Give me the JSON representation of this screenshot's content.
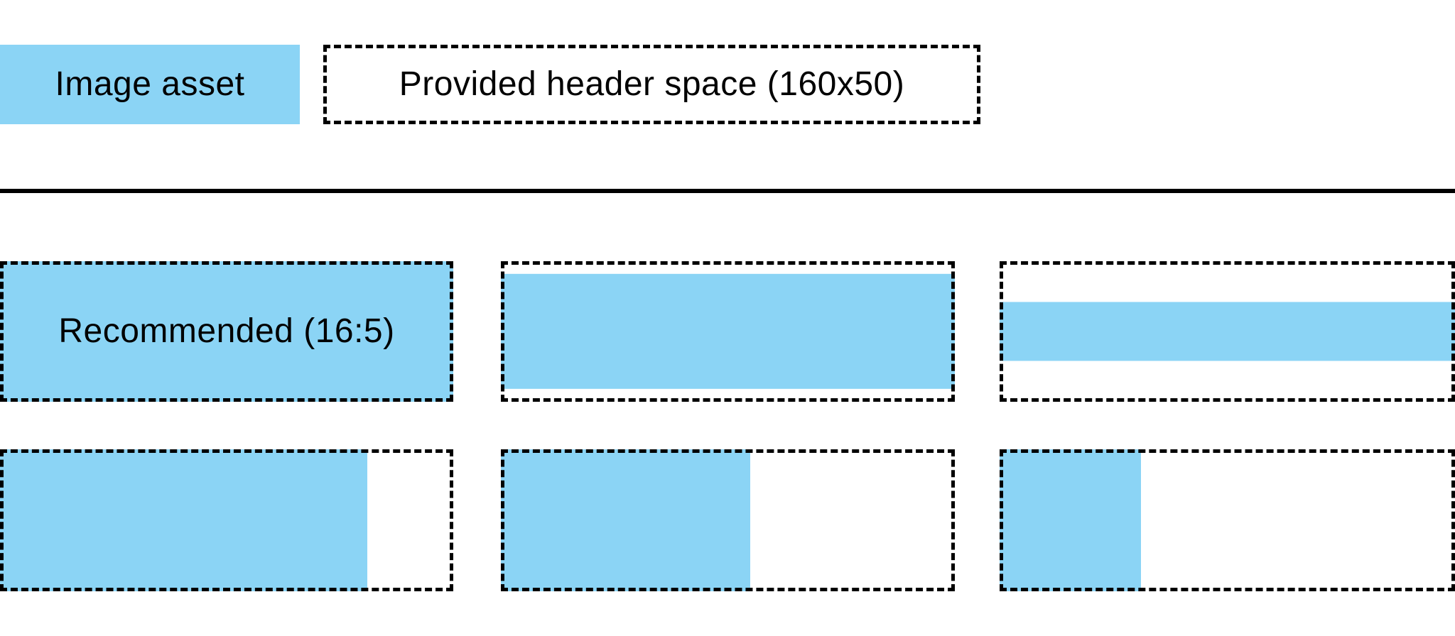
{
  "colors": {
    "accent": "#8BD4F5",
    "border": "#000000"
  },
  "legend": {
    "image_asset_label": "Image asset",
    "header_space_label": "Provided header space (160x50)"
  },
  "examples": {
    "boxes": [
      {
        "name": "recommended-16-5",
        "label": "Recommended (16:5)",
        "fill_width_pct": 100,
        "fill_height_pct": 100,
        "halign": "left",
        "valign": "top"
      },
      {
        "name": "full-width-band-4-1",
        "label": "",
        "fill_width_pct": 100,
        "fill_height_pct": 82,
        "halign": "left",
        "valign": "center"
      },
      {
        "name": "full-width-band-8-1",
        "label": "",
        "fill_width_pct": 100,
        "fill_height_pct": 42,
        "halign": "left",
        "valign": "center"
      },
      {
        "name": "full-height-column-wide",
        "label": "",
        "fill_width_pct": 81,
        "fill_height_pct": 100,
        "halign": "left",
        "valign": "top"
      },
      {
        "name": "full-height-column-16-9",
        "label": "",
        "fill_width_pct": 55,
        "fill_height_pct": 100,
        "halign": "left",
        "valign": "top"
      },
      {
        "name": "full-height-column-square",
        "label": "",
        "fill_width_pct": 31,
        "fill_height_pct": 100,
        "halign": "left",
        "valign": "top"
      }
    ]
  }
}
